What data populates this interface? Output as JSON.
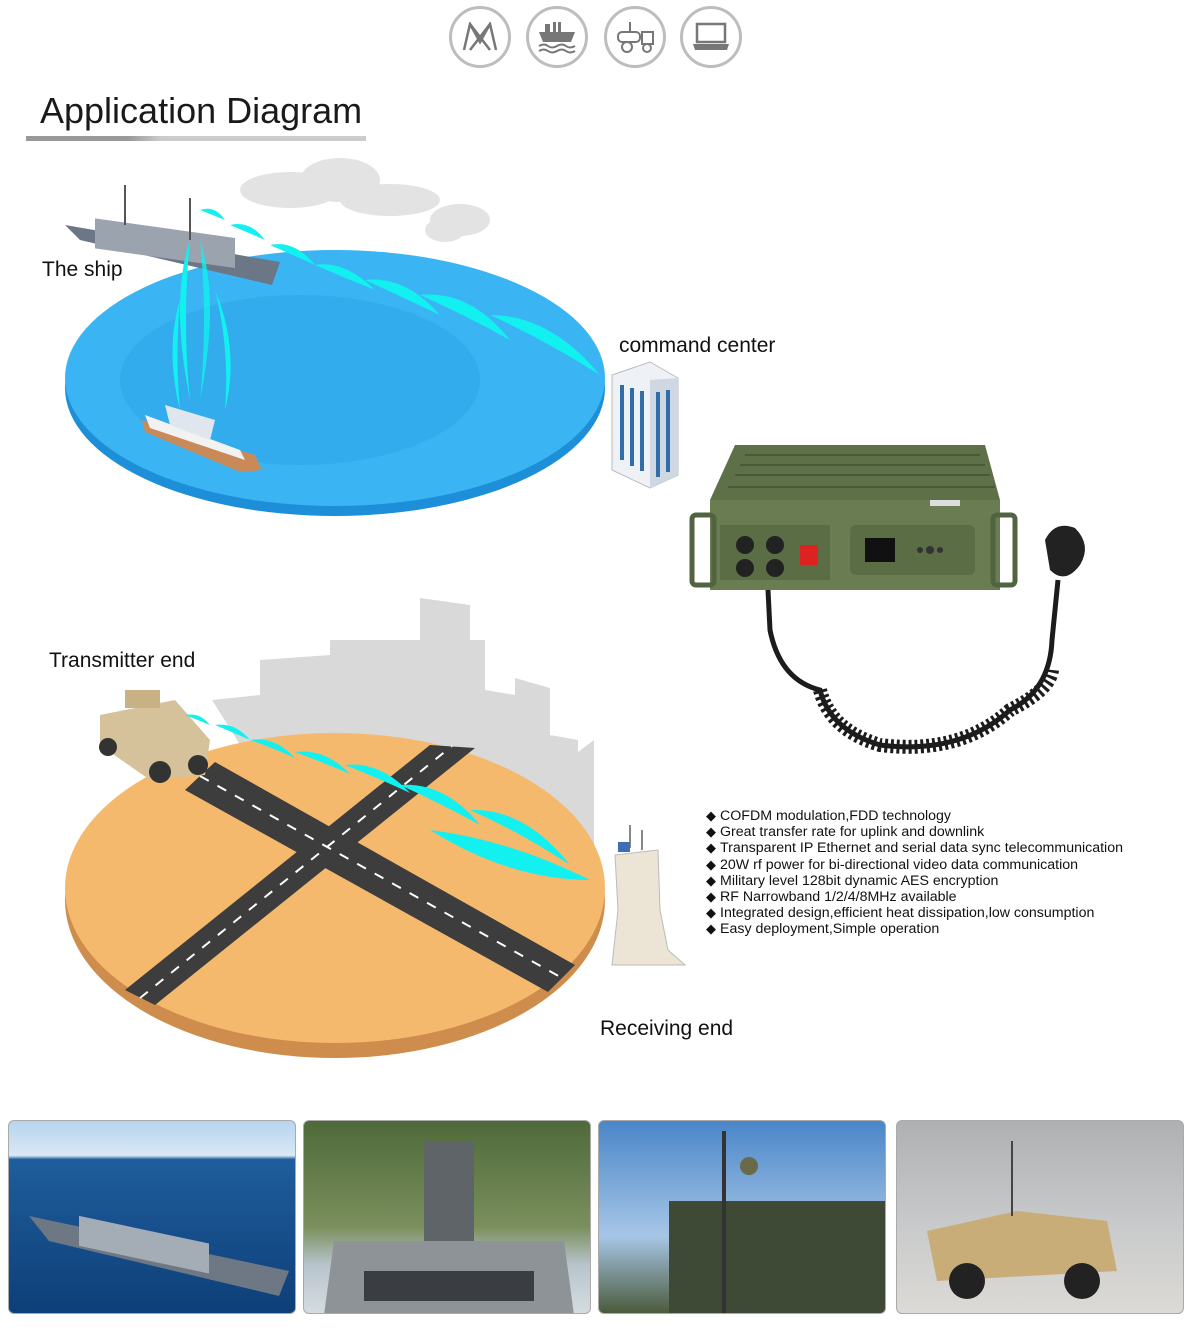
{
  "header": {
    "icons": [
      "network-logo-icon",
      "ship-icon",
      "vehicle-icon",
      "laptop-icon"
    ],
    "title": "Application Diagram"
  },
  "diagram": {
    "labels": {
      "ship": "The ship",
      "command_center": "command center",
      "transmitter": "Transmitter end",
      "receiving": "Receiving end"
    },
    "colors": {
      "sea": "#3ab4f2",
      "ground": "#f5b96e",
      "signal": "#12f0f0"
    }
  },
  "features": [
    "COFDM modulation,FDD technology",
    "Great transfer rate for uplink and downlink",
    "Transparent IP Ethernet and serial data sync telecommunication",
    "20W rf power for bi-directional video data communication",
    "Military level 128bit dynamic AES encryption",
    "RF Narrowband 1/2/4/8MHz available",
    "Integrated design,efficient heat dissipation,low consumption",
    "Easy deployment,Simple operation"
  ],
  "photos": [
    "navy-ship-photo",
    "patrol-boat-photo",
    "military-truck-photo",
    "armored-vehicle-photo"
  ]
}
